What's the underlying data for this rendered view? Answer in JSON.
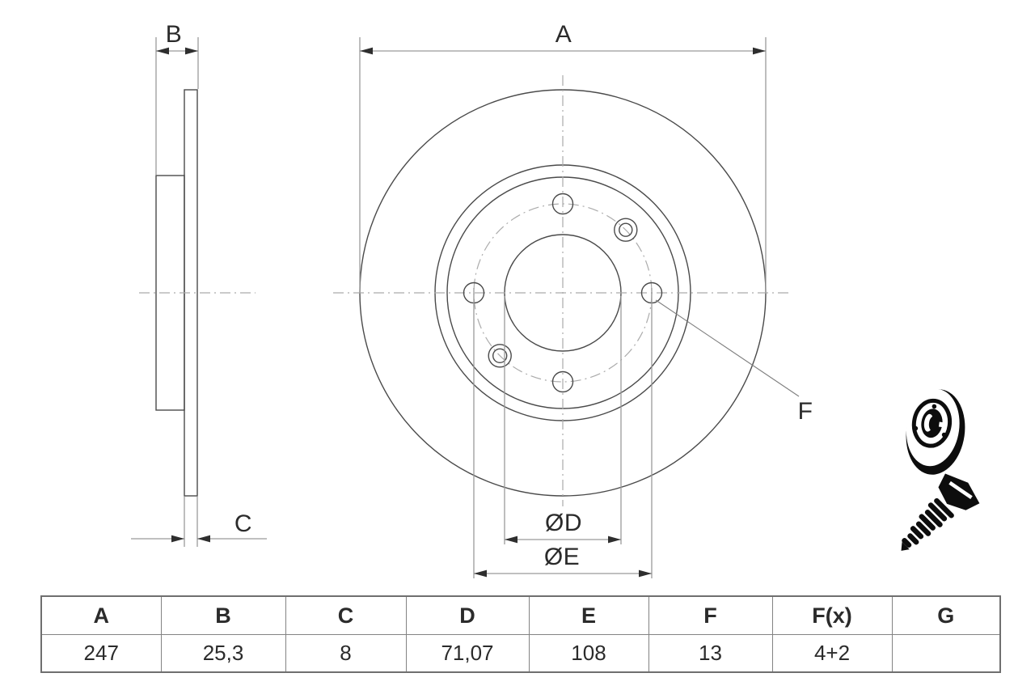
{
  "drawing": {
    "dimension_labels": {
      "a": "A",
      "b": "B",
      "c": "C",
      "d": "ØD",
      "e": "ØE",
      "f": "F"
    },
    "icons": {
      "disc": "brake-disc-3d-icon",
      "screw": "countersunk-screw-icon"
    },
    "colors": {
      "outline": "#4a4a4a",
      "dimension_lines": "#9a9a9a",
      "centerline": "#ababab",
      "text": "#2b2b2b",
      "icon": "#0d0d0d"
    }
  },
  "table": {
    "headers": [
      "A",
      "B",
      "C",
      "D",
      "E",
      "F",
      "F(x)",
      "G"
    ],
    "values": [
      "247",
      "25,3",
      "8",
      "71,07",
      "108",
      "13",
      "4+2",
      ""
    ]
  }
}
